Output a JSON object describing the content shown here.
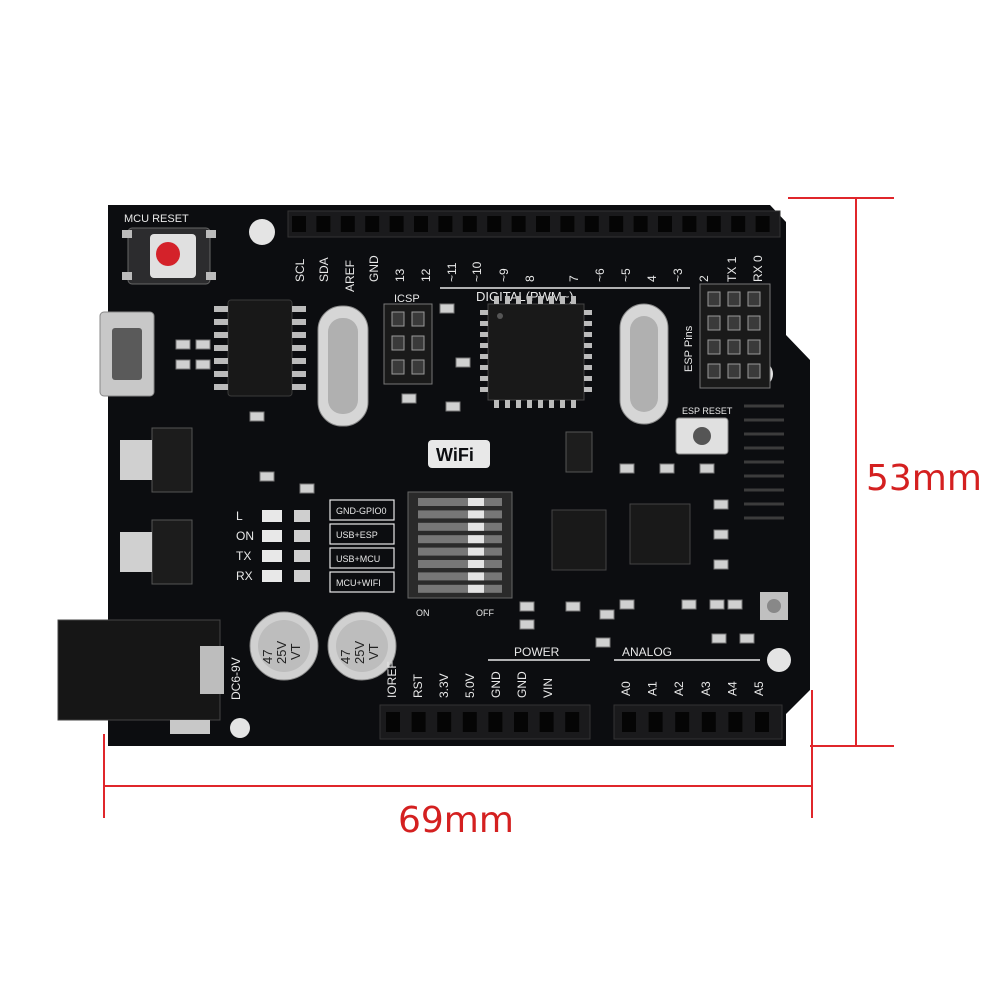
{
  "colors": {
    "board": "#0c0d10",
    "silkscreen": "#e8e8e8",
    "dimension": "#e0262b",
    "header": "#1a1a1c",
    "reset_button": "#d4222a"
  },
  "labels": {
    "mcu_reset": "MCU RESET",
    "digital_pwm": "DIGITAL(PWM~)",
    "icsp": "ICSP",
    "esp_pins": "ESP Pins",
    "esp_reset": "ESP RESET",
    "wifi": "WiFi",
    "power": "POWER",
    "analog": "ANALOG",
    "dc_jack": "DC6-9V",
    "dip_on": "ON",
    "dip_off": "OFF"
  },
  "digital_pins": [
    "SCL",
    "SDA",
    "AREF",
    "GND",
    "13",
    "12",
    "~11",
    "~10",
    "~9",
    "8",
    "7",
    "~6",
    "~5",
    "4",
    "~3",
    "2",
    "TX 1",
    "RX 0"
  ],
  "power_pins": [
    "IOREF",
    "RST",
    "3.3V",
    "5.0V",
    "GND",
    "GND",
    "VIN"
  ],
  "analog_pins": [
    "A0",
    "A1",
    "A2",
    "A3",
    "A4",
    "A5"
  ],
  "leds": [
    "L",
    "ON",
    "TX",
    "RX"
  ],
  "mode_table": [
    "GND-GPIO0",
    "USB+ESP",
    "USB+MCU",
    "MCU+WIFI"
  ],
  "capacitors": [
    {
      "value": "47",
      "voltage": "25V",
      "brand": "VT"
    },
    {
      "value": "47",
      "voltage": "25V",
      "brand": "VT"
    }
  ],
  "dimensions": {
    "height": "53mm",
    "width": "69mm"
  }
}
